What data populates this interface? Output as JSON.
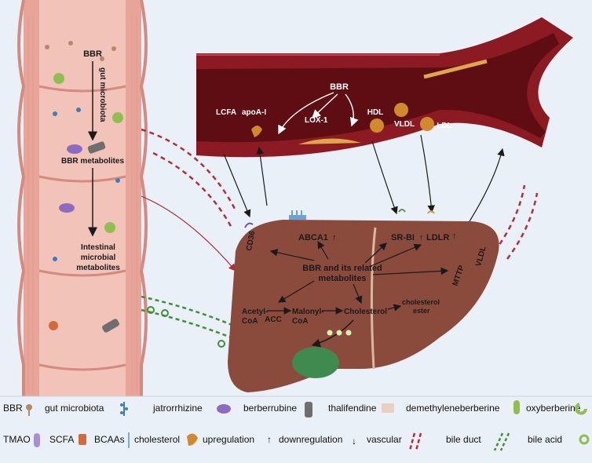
{
  "intestine": {
    "bbr": "BBR",
    "gut_microbiota": "gut microbiota",
    "bbr_metabolites": "BBR metabolites",
    "intestinal_line1": "Intestinal",
    "intestinal_line2": "microbial",
    "intestinal_line3": "metabolites"
  },
  "vessel": {
    "bbr": "BBR",
    "lcfa": "LCFA",
    "apoa1": "apoA-I",
    "lox1": "LOX-1",
    "hdl": "HDL",
    "vldl": "VLDL",
    "ldl": "LDL"
  },
  "liver": {
    "cd36": "CD36",
    "abca1": "ABCA1",
    "srbi": "SR-BI",
    "ldlr": "LDLR",
    "vldl": "VLDL",
    "mttp": "MTTP",
    "center_line1": "BBR and its related",
    "center_line2": "metabolites",
    "acetyl_line1": "Acetyl-",
    "acetyl_line2": "CoA",
    "acc": "ACC",
    "malonyl_line1": "Malonyl-",
    "malonyl_line2": "CoA",
    "cholesterol": "Cholesterol",
    "ester_line1": "cholesterol",
    "ester_line2": "ester"
  },
  "arrows": {
    "up": "↑",
    "down": "↓"
  },
  "legend": {
    "row1": [
      "BBR",
      "gut microbiota",
      "jatrorrhizine",
      "berberrubine",
      "thalifendine",
      "demethyleneberberine",
      "oxyberberine"
    ],
    "row2": [
      "TMAO",
      "SCFA",
      "BCAAs",
      "cholesterol",
      "upregulation",
      "downregulation",
      "vascular",
      "bile duct",
      "bile acid"
    ]
  },
  "colors": {
    "intestine_wall": "#e7a59a",
    "intestine_lumen": "#f2c3b8",
    "vessel_wall": "#8b1a22",
    "vessel_lumen": "#5e0d12",
    "liver": "#8b4b3c",
    "gallbladder": "#3f8a4e",
    "vascular_dash": "#b0303a",
    "bile_dash": "#3f8f3a"
  }
}
